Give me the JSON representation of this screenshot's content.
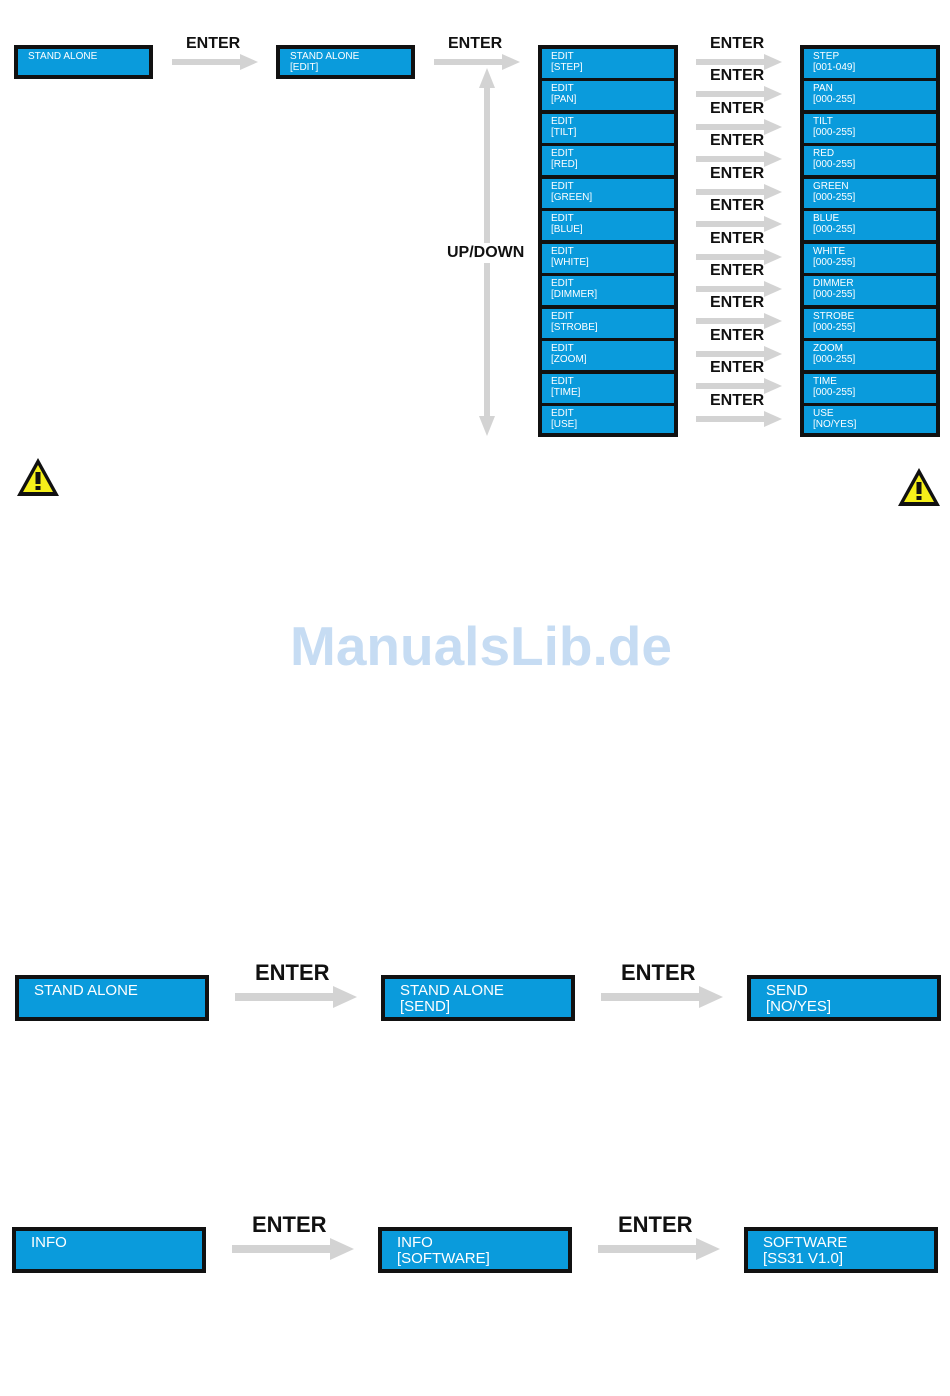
{
  "enter_label": "ENTER",
  "updown_label": "UP/DOWN",
  "watermark": "ManualsLib.de",
  "colors": {
    "lcd_blue": "#0a9bdc",
    "frame": "#111111",
    "arrow": "#d3d3d3",
    "warning_yellow": "#f5ef1a"
  },
  "icons": [
    "warning-icon"
  ],
  "edit_flow": {
    "display_1": {
      "line1": "STAND ALONE"
    },
    "display_2": {
      "line1": "STAND ALONE",
      "line2": "[EDIT]"
    },
    "edit_items": [
      {
        "line1": "EDIT",
        "line2": "[STEP]"
      },
      {
        "line1": "EDIT",
        "line2": "[PAN]"
      },
      {
        "line1": "EDIT",
        "line2": "[TILT]"
      },
      {
        "line1": "EDIT",
        "line2": "[RED]"
      },
      {
        "line1": "EDIT",
        "line2": "[GREEN]"
      },
      {
        "line1": "EDIT",
        "line2": "[BLUE]"
      },
      {
        "line1": "EDIT",
        "line2": "[WHITE]"
      },
      {
        "line1": "EDIT",
        "line2": "[DIMMER]"
      },
      {
        "line1": "EDIT",
        "line2": "[STROBE]"
      },
      {
        "line1": "EDIT",
        "line2": "[ZOOM]"
      },
      {
        "line1": "EDIT",
        "line2": "[TIME]"
      },
      {
        "line1": "EDIT",
        "line2": "[USE]"
      }
    ],
    "value_items": [
      {
        "line1": "STEP",
        "line2": "[001-049]"
      },
      {
        "line1": "PAN",
        "line2": "[000-255]"
      },
      {
        "line1": "TILT",
        "line2": "[000-255]"
      },
      {
        "line1": "RED",
        "line2": "[000-255]"
      },
      {
        "line1": "GREEN",
        "line2": "[000-255]"
      },
      {
        "line1": "BLUE",
        "line2": "[000-255]"
      },
      {
        "line1": "WHITE",
        "line2": "[000-255]"
      },
      {
        "line1": "DIMMER",
        "line2": "[000-255]"
      },
      {
        "line1": "STROBE",
        "line2": "[000-255]"
      },
      {
        "line1": "ZOOM",
        "line2": "[000-255]"
      },
      {
        "line1": "TIME",
        "line2": "[000-255]"
      },
      {
        "line1": "USE",
        "line2": "[NO/YES]"
      }
    ]
  },
  "send_flow": {
    "display_1": {
      "line1": "STAND ALONE"
    },
    "display_2": {
      "line1": "STAND ALONE",
      "line2": "[SEND]"
    },
    "display_3": {
      "line1": "SEND",
      "line2": "[NO/YES]"
    }
  },
  "info_flow": {
    "display_1": {
      "line1": "INFO"
    },
    "display_2": {
      "line1": "INFO",
      "line2": "[SOFTWARE]"
    },
    "display_3": {
      "line1": "SOFTWARE",
      "line2": "[SS31 V1.0]"
    }
  }
}
